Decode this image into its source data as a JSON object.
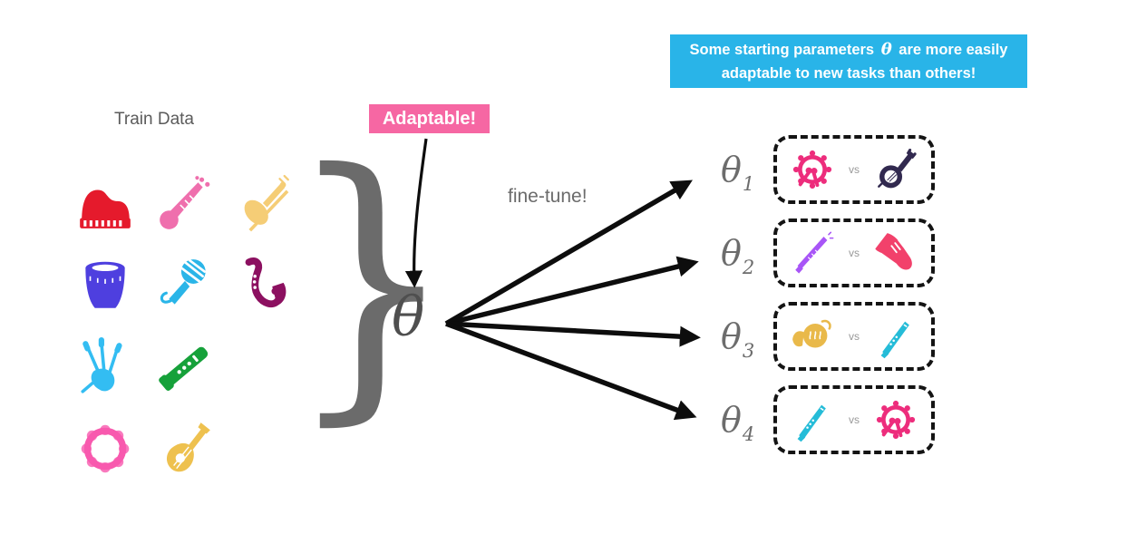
{
  "annotation": {
    "text_before": "Some starting parameters ",
    "theta": "θ",
    "text_after": " are more easily adaptable to new tasks than others!",
    "bg_color": "#29b4e8",
    "text_color": "#ffffff"
  },
  "train_data": {
    "title": "Train Data",
    "icons": [
      {
        "name": "grand-piano",
        "icon": "piano",
        "color": "#e51a2c"
      },
      {
        "name": "sitar",
        "icon": "sitar",
        "color": "#ef6fad"
      },
      {
        "name": "violin",
        "icon": "violin",
        "color": "#f5cd76"
      },
      {
        "name": "conga-drum",
        "icon": "conga",
        "color": "#4e3fdf"
      },
      {
        "name": "microphone",
        "icon": "mic",
        "color": "#2ab5e8"
      },
      {
        "name": "saxophone",
        "icon": "sax",
        "color": "#8c1060"
      },
      {
        "name": "bagpipes",
        "icon": "bagpipes",
        "color": "#33bdf2"
      },
      {
        "name": "clarinet",
        "icon": "clarinet",
        "color": "#16a13a"
      },
      {
        "name": "tambourine",
        "icon": "tambourine",
        "color": "#f859ae"
      },
      {
        "name": "mandolin",
        "icon": "mandolin",
        "color": "#eec14f"
      }
    ]
  },
  "brace_glyph": "}",
  "theta": {
    "symbol": "θ"
  },
  "adaptable": {
    "text": "Adaptable!",
    "bg_color": "#f667a3",
    "text_color": "#ffffff"
  },
  "finetune": {
    "text": "fine-tune!"
  },
  "tasks": [
    {
      "label": "θ",
      "subscript": "1",
      "vs": "vs",
      "left": {
        "name": "snare-drum",
        "icon": "drum",
        "color": "#ed2d7c"
      },
      "right": {
        "name": "banjo",
        "icon": "banjo",
        "color": "#31294f"
      }
    },
    {
      "label": "θ",
      "subscript": "2",
      "vs": "vs",
      "left": {
        "name": "piccolo",
        "icon": "piccolo",
        "color": "#a855f7"
      },
      "right": {
        "name": "trumpet",
        "icon": "trumpet",
        "color": "#f2416b"
      }
    },
    {
      "label": "θ",
      "subscript": "3",
      "vs": "vs",
      "left": {
        "name": "french-horn",
        "icon": "horn",
        "color": "#e9b94a"
      },
      "right": {
        "name": "recorder",
        "icon": "recorder",
        "color": "#25bcd8"
      }
    },
    {
      "label": "θ",
      "subscript": "4",
      "vs": "vs",
      "left": {
        "name": "recorder",
        "icon": "recorder",
        "color": "#25bcd8"
      },
      "right": {
        "name": "snare-drum",
        "icon": "drum",
        "color": "#ed2d7c"
      }
    }
  ],
  "colors": {
    "arrow": "#0d0d0d",
    "box_border": "#141414",
    "gray_text": "#6b6b6b",
    "brace": "#6b6b6b"
  }
}
